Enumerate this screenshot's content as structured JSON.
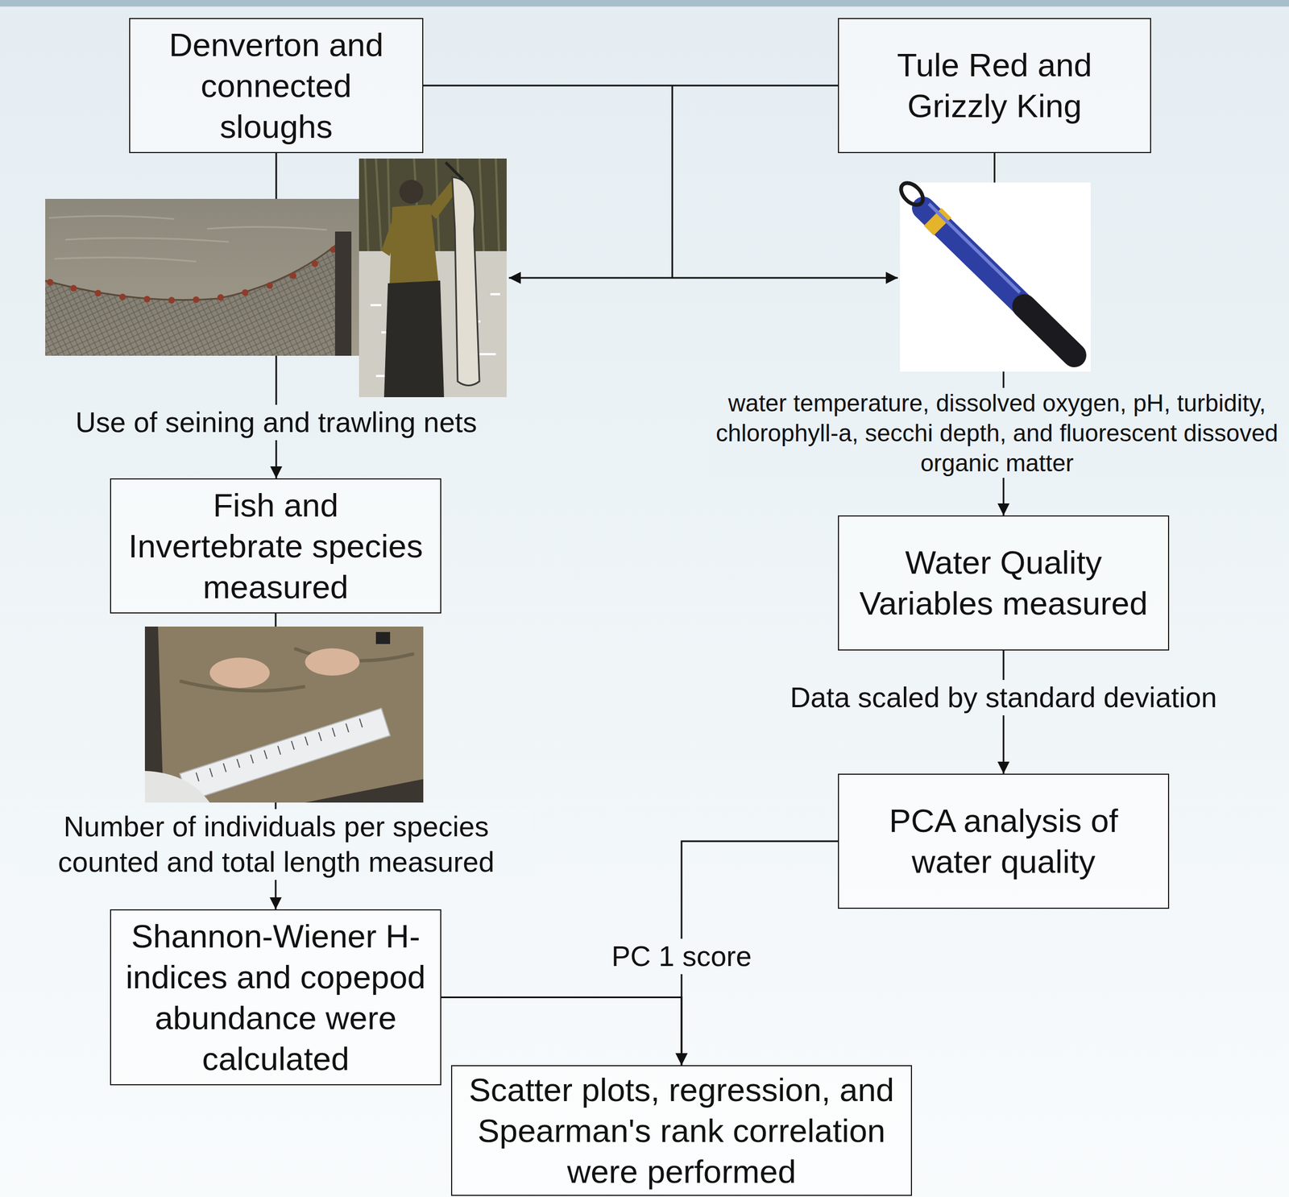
{
  "diagram": {
    "nodes": [
      {
        "text": [
          "Denverton and connected sloughs"
        ]
      },
      {
        "text": [
          "Tule Red and Grizzly King"
        ]
      },
      {
        "text": [
          "Fish and Invertebrate species measured"
        ]
      },
      {
        "text": [
          "Water Quality Variables measured"
        ]
      },
      {
        "text": [
          "PCA analysis of water quality"
        ]
      },
      {
        "text": [
          "Shannon-Wiener H-indices and copepod abundance were calculated"
        ]
      },
      {
        "text": [
          "Scatter plots, regression, and Spearman's rank correlation were performed"
        ]
      }
    ],
    "edges": [
      {
        "from": 0,
        "to": 1,
        "arrow": "none"
      },
      {
        "from": 0,
        "to": 2,
        "label": "Use of seining and trawling nets",
        "arrow": "to"
      },
      {
        "from": 1,
        "to": 3,
        "label": "water temperature, dissolved oxygen, pH, turbidity, chlorophyll-a, secchi depth, and fluorescent dissoved organic matter",
        "arrow": "to"
      },
      {
        "from": 2,
        "to": 5,
        "label": "Number of individuals per species counted and total length measured",
        "arrow": "to"
      },
      {
        "from": 3,
        "to": 4,
        "label": "Data scaled by standard deviation",
        "arrow": "to"
      },
      {
        "from": 4,
        "to": 6,
        "label": "PC 1 score",
        "arrow": "to"
      },
      {
        "from": 5,
        "to": 6,
        "arrow": "to"
      }
    ]
  }
}
